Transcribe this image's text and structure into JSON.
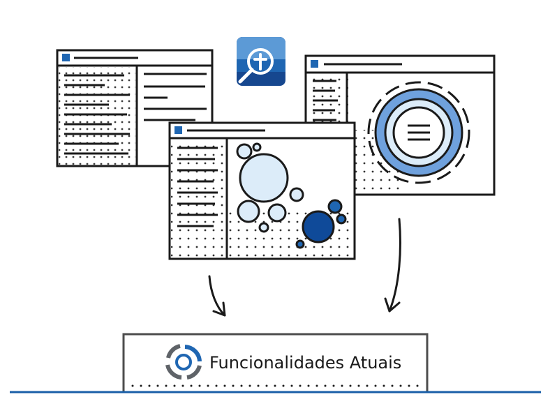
{
  "app_icon": {
    "name": "search-bible-icon",
    "colors": {
      "top": "#5c9ad6",
      "mid": "#1f66b2",
      "bottom": "#16478f",
      "glyph": "#ffffff"
    }
  },
  "windows": [
    {
      "name": "window-list",
      "content": "two-column-text-list"
    },
    {
      "name": "window-bubbles",
      "content": "bubble-chart"
    },
    {
      "name": "window-target",
      "content": "concentric-target"
    }
  ],
  "caption": {
    "label": "Funcionalidades Atuais",
    "icon": "ring-segments-icon"
  },
  "colors": {
    "stroke": "#1a1a1a",
    "accent": "#1f66b2",
    "accent_dark": "#0f4a99",
    "light_blue": "#dcecf9",
    "mid_blue": "#6fa1dd",
    "baseline": "#1a5fa8",
    "gray": "#5f6368"
  }
}
